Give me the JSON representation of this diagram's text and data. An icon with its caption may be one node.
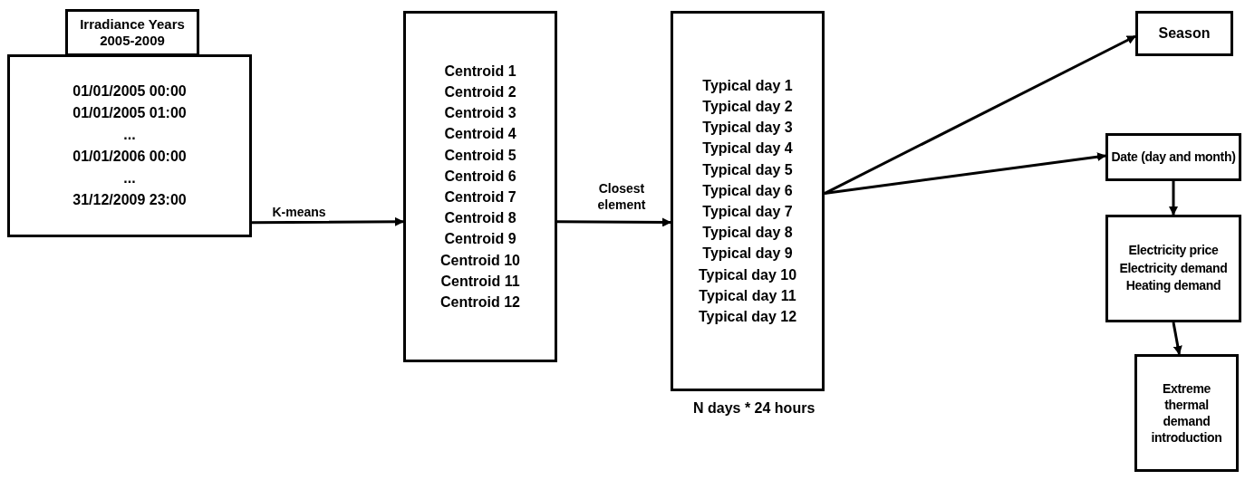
{
  "diagram": {
    "nodes": [
      {
        "text": [
          "Irradiance Years 2005-2009"
        ]
      },
      {
        "text": [
          "01/01/2005 00:00",
          "01/01/2005 01:00",
          "...",
          "01/01/2006 00:00",
          "...",
          "31/12/2009 23:00"
        ]
      },
      {
        "text": [
          "Centroid 1",
          "Centroid 2",
          "Centroid 3",
          "Centroid 4",
          "Centroid 5",
          "Centroid 6",
          "Centroid 7",
          "Centroid 8",
          "Centroid 9",
          "Centroid 10",
          "Centroid 11",
          "Centroid 12"
        ]
      },
      {
        "text": [
          "Typical day 1",
          "Typical day 2",
          "Typical day 3",
          "Typical day 4",
          "Typical day 5",
          "Typical day 6",
          "Typical day 7",
          "Typical day 8",
          "Typical day 9",
          "Typical day 10",
          "Typical day 11",
          "Typical day 12"
        ],
        "beside": [
          "N days * 24 hours"
        ]
      },
      {
        "text": [
          "Season"
        ]
      },
      {
        "text": [
          "Date (day and month)"
        ]
      },
      {
        "text": [
          "Electricity price",
          "Electricity demand",
          "Heating demand"
        ]
      },
      {
        "text": [
          "Extreme thermal demand introduction"
        ]
      }
    ],
    "edges": [
      {
        "from": 1,
        "to": 2,
        "arrow": "to",
        "label": "K-means"
      },
      {
        "from": 2,
        "to": 3,
        "arrow": "to",
        "label": "Closest element"
      },
      {
        "from": 3,
        "to": 4,
        "arrow": "to"
      },
      {
        "from": 3,
        "to": 5,
        "arrow": "to"
      },
      {
        "from": 5,
        "to": 6,
        "arrow": "to"
      },
      {
        "from": 6,
        "to": 7,
        "arrow": "to"
      }
    ]
  }
}
